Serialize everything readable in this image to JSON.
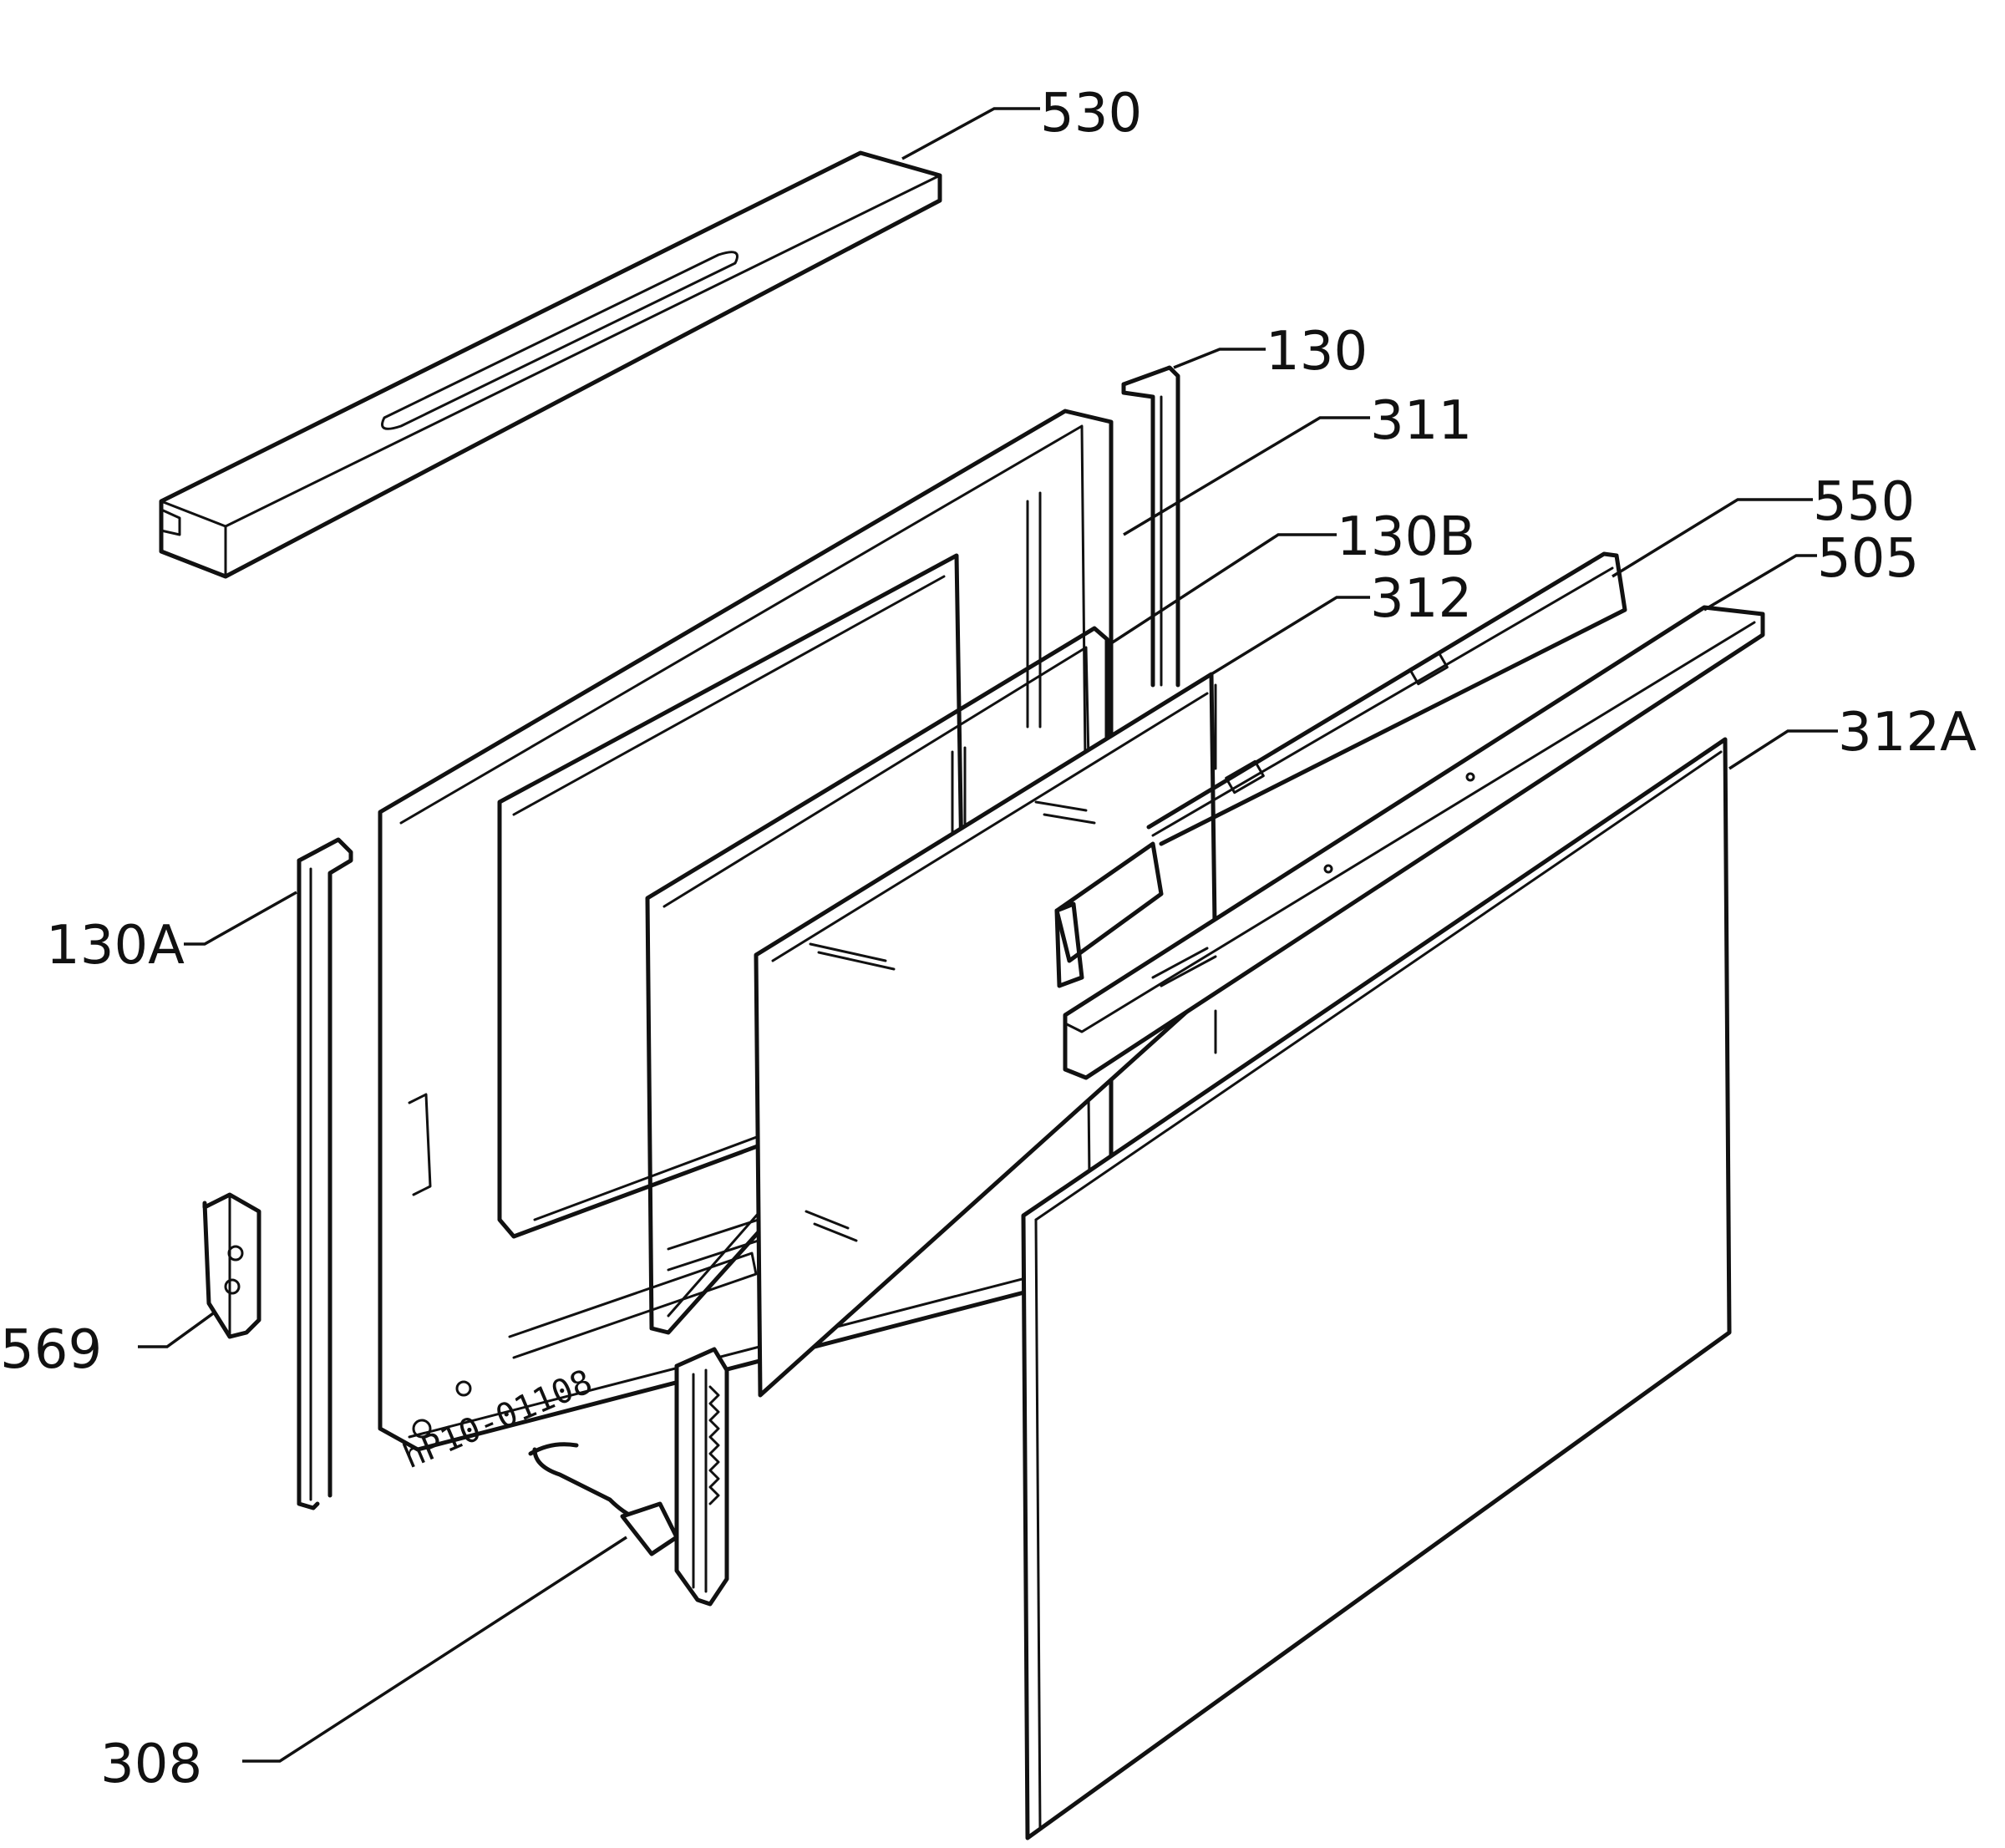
{
  "diagram": {
    "callouts": [
      {
        "id": "530",
        "label": "530"
      },
      {
        "id": "130",
        "label": "130"
      },
      {
        "id": "311",
        "label": "311"
      },
      {
        "id": "550",
        "label": "550"
      },
      {
        "id": "505",
        "label": "505"
      },
      {
        "id": "130B",
        "label": "130B"
      },
      {
        "id": "312",
        "label": "312"
      },
      {
        "id": "312A",
        "label": "312A"
      },
      {
        "id": "130A",
        "label": "130A"
      },
      {
        "id": "569",
        "label": "569"
      },
      {
        "id": "308",
        "label": "308"
      }
    ],
    "drawing_code": "hP10-01108"
  }
}
